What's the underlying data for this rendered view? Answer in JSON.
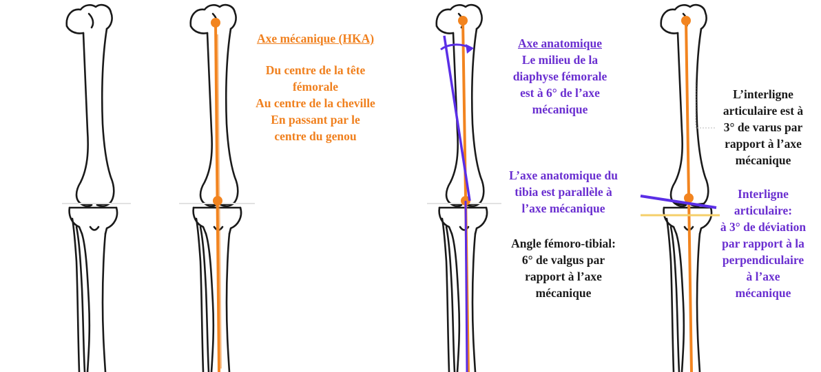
{
  "colors": {
    "mechanical_axis": "#f2841f",
    "anatomical_axis": "#5a2ee6",
    "joint_line": "#f5cf6a",
    "bone_outline": "#1a1a1a",
    "text_orange": "#f0801e",
    "text_purple": "#6a2fd0",
    "text_black": "#1a1a1a"
  },
  "panels": {
    "mechanical": {
      "title": "Axe mécanique (HKA)",
      "lines": [
        "Du centre de la tête",
        "fémorale",
        "Au centre de la cheville",
        "En passant par le",
        "centre du genou"
      ]
    },
    "anatomical_femur": {
      "title": "Axe anatomique",
      "lines": [
        "Le milieu de la",
        "diaphyse fémorale",
        "est à 6° de l’axe",
        "mécanique"
      ]
    },
    "anatomical_tibia": {
      "lines": [
        "L’axe anatomique du",
        "tibia est parallèle à",
        "l’axe mécanique"
      ]
    },
    "femorotibial_angle": {
      "lines": [
        "Angle fémoro-tibial:",
        "6° de valgus par",
        "rapport à l’axe",
        "mécanique"
      ]
    },
    "joint_line_varus": {
      "lines": [
        "L’interligne",
        "articulaire est à",
        "3° de varus par",
        "rapport à l’axe",
        "mécanique"
      ]
    },
    "joint_line_deviation": {
      "lines": [
        "Interligne",
        "articulaire:",
        "à 3° de déviation",
        "par rapport à la",
        "perpendiculaire",
        "à l’axe",
        "mécanique"
      ]
    }
  }
}
